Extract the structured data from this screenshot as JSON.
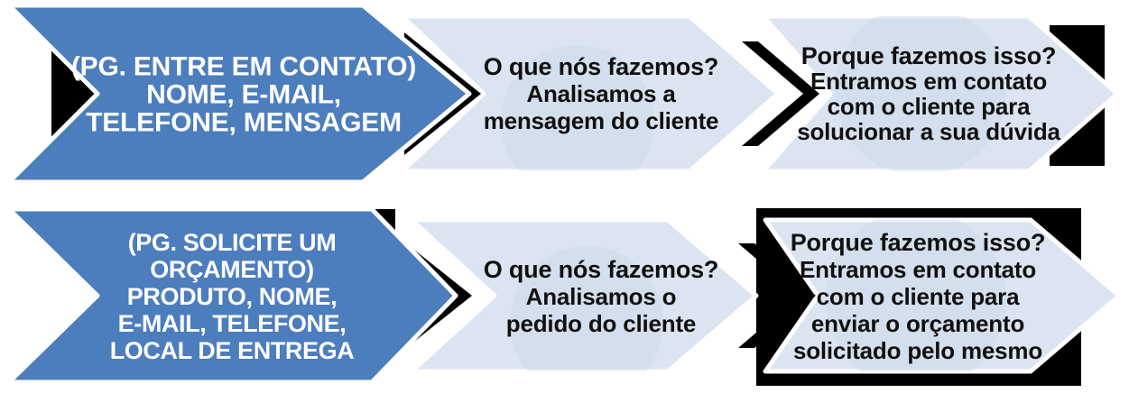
{
  "colors": {
    "blue": "#4C7DBD",
    "light": "#DBE4F0",
    "shadow": "#000000",
    "watermark": "#C9D7E8",
    "text_on_blue": "#FFFFFF",
    "text_on_light": "#101010",
    "background": "#FFFFFF"
  },
  "rows": [
    {
      "name": "contact-page-flow",
      "steps": [
        {
          "kind": "source",
          "lines": [
            "(PG. ENTRE EM CONTATO)",
            "NOME, E-MAIL,",
            "TELEFONE, MENSAGEM"
          ]
        },
        {
          "kind": "what-we-do",
          "question": "O que nós fazemos?",
          "answer_lines": [
            "Analisamos a",
            "mensagem do cliente"
          ]
        },
        {
          "kind": "why-we-do",
          "question": "Porque fazemos isso?",
          "answer_lines": [
            "Entramos em contato",
            "com o cliente para",
            "solucionar a sua dúvida"
          ]
        }
      ]
    },
    {
      "name": "quote-page-flow",
      "steps": [
        {
          "kind": "source",
          "lines": [
            "(PG. SOLICITE UM",
            "ORÇAMENTO)",
            "PRODUTO, NOME,",
            "E-MAIL, TELEFONE,",
            "LOCAL DE ENTREGA"
          ]
        },
        {
          "kind": "what-we-do",
          "question": "O que nós fazemos?",
          "answer_lines": [
            "Analisamos o",
            "pedido do cliente"
          ]
        },
        {
          "kind": "why-we-do",
          "question": "Porque fazemos isso?",
          "answer_lines": [
            "Entramos em contato",
            "com o cliente para",
            "enviar o orçamento",
            "solicitado pelo mesmo"
          ]
        }
      ]
    }
  ]
}
